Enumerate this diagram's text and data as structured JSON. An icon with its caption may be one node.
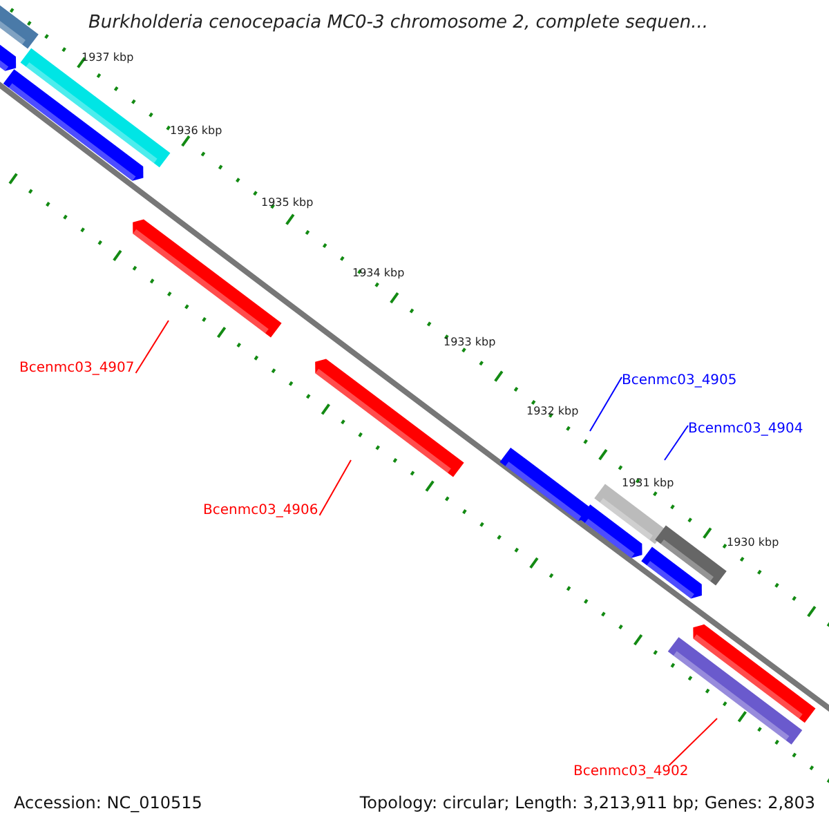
{
  "diagram": {
    "title": "Burkholderia cenocepacia MC0-3 chromosome 2, complete sequen...",
    "nodes": [
      {
        "text": [
          "Bcenmc03_4907"
        ]
      },
      {
        "text": [
          "Bcenmc03_4906"
        ]
      },
      {
        "text": [
          "Bcenmc03_4905"
        ]
      },
      {
        "text": [
          "Bcenmc03_4904"
        ]
      },
      {
        "text": [
          "Bcenmc03_4902"
        ]
      }
    ],
    "edges": [
      {
        "from": 0,
        "to": null,
        "arrow": "none",
        "color": "#ff0000"
      },
      {
        "from": 1,
        "to": null,
        "arrow": "none",
        "color": "#ff0000"
      },
      {
        "from": 2,
        "to": null,
        "arrow": "none",
        "color": "#0000ff"
      },
      {
        "from": 3,
        "to": null,
        "arrow": "none",
        "color": "#0000ff"
      },
      {
        "from": 4,
        "to": null,
        "arrow": "none",
        "color": "#ff0000"
      }
    ],
    "labels": [
      "1937 kbp",
      "1936 kbp",
      "1935 kbp",
      "1934 kbp",
      "1933 kbp",
      "1932 kbp",
      "1931 kbp",
      "1930 kbp",
      "Accession: NC_010515",
      "Topology: circular; Length: 3,213,911 bp; Genes: 2,803"
    ]
  }
}
